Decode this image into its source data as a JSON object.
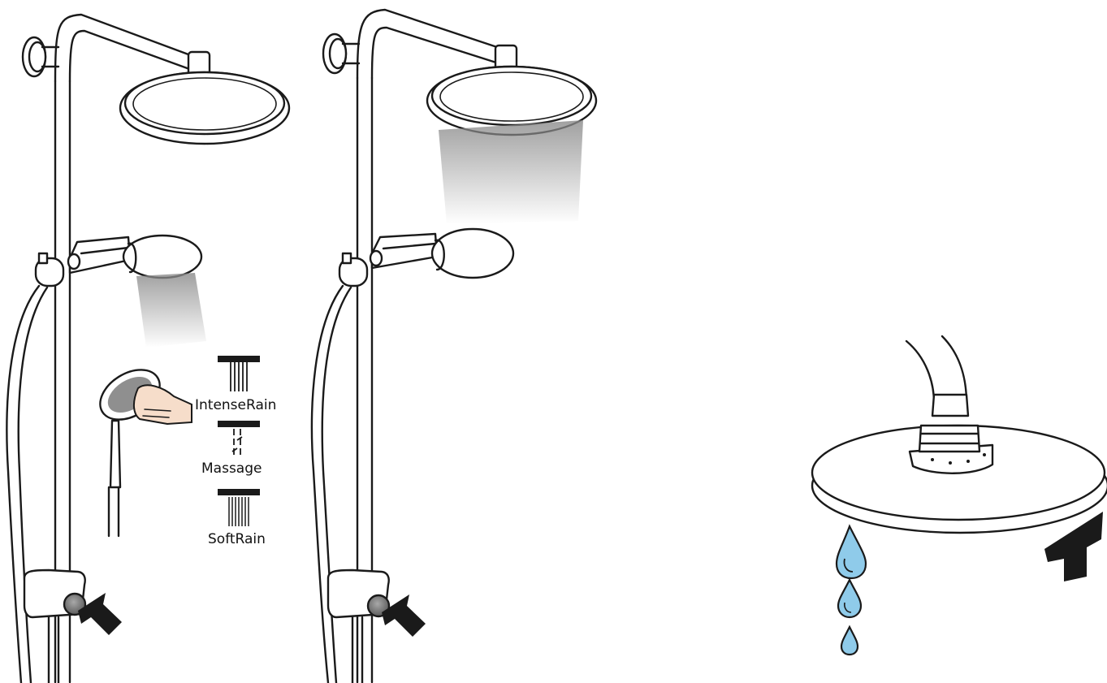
{
  "spray_modes": [
    {
      "label": "IntenseRain",
      "icon": "intense-rain-icon"
    },
    {
      "label": "Massage",
      "icon": "massage-icon"
    },
    {
      "label": "SoftRain",
      "icon": "soft-rain-icon"
    }
  ],
  "colors": {
    "line": "#1a1a1a",
    "water_drop": "#8fcbea",
    "water_drop_outline": "#1a1a1a",
    "skin": "#f6ddca",
    "button_grey": "#8a8a8a",
    "spray": "#9a9a9a"
  }
}
